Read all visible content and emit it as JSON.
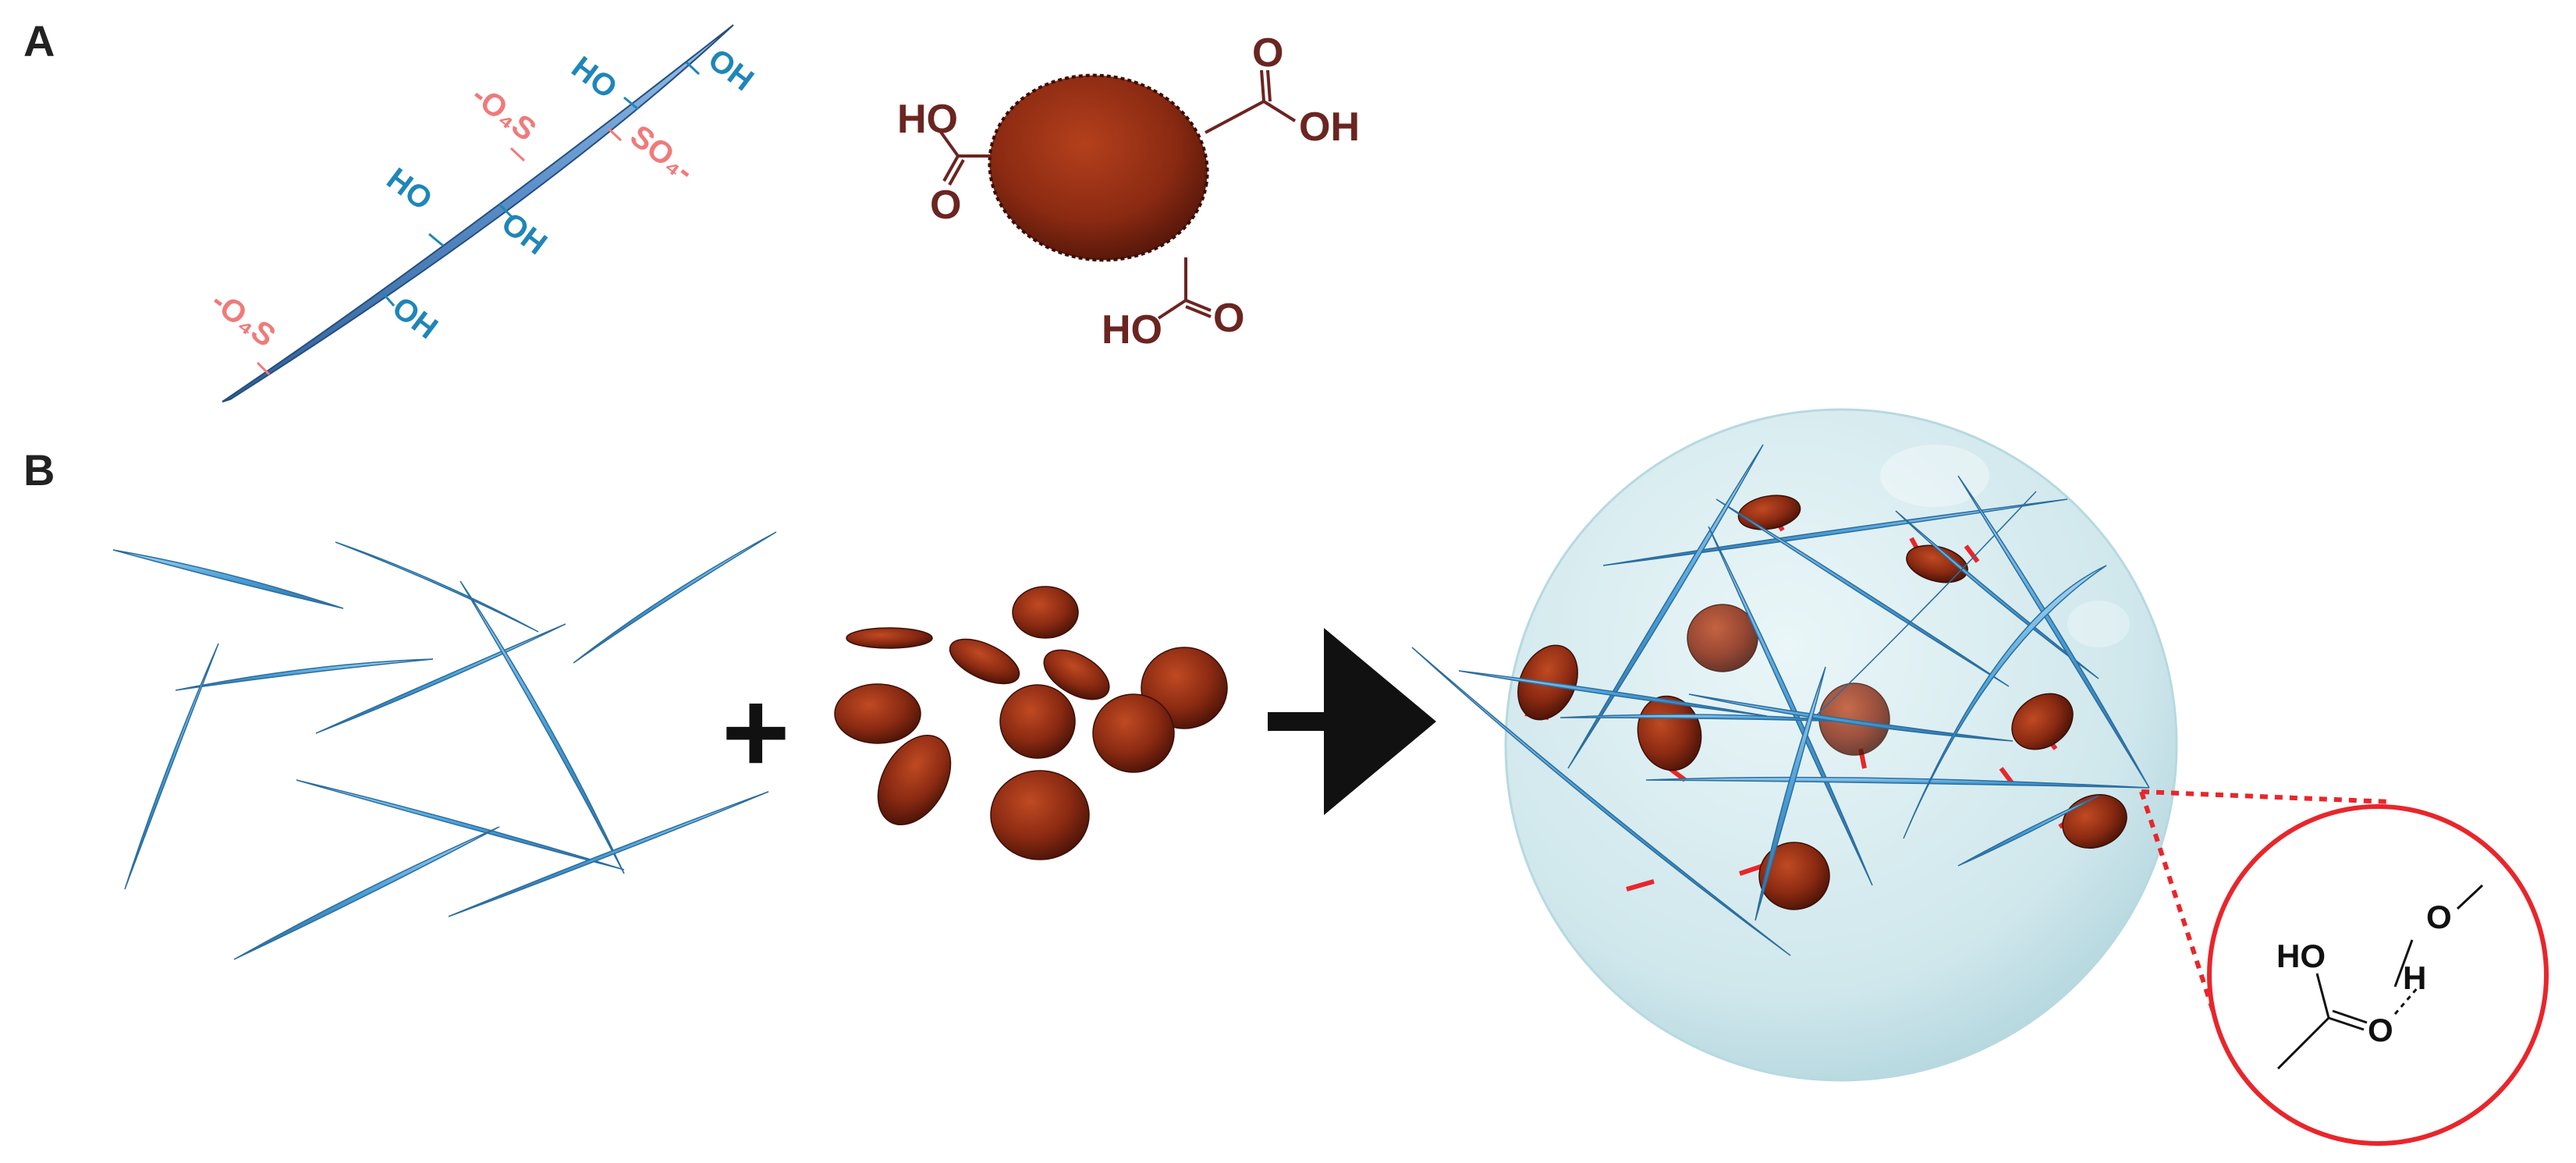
{
  "panel_a": {
    "letter": "A",
    "rod_groups": {
      "hydroxyl_1": "HO",
      "hydroxyl_2": "OH",
      "hydroxyl_3": "HO",
      "hydroxyl_4": "OH",
      "hydroxyl_5": "OH",
      "sulfate_1": "-O₄S",
      "sulfate_2": "SO₄-",
      "sulfate_3": "-O₄S"
    },
    "disc_groups": {
      "left_oh": "HO",
      "left_o": "O",
      "right_o": "O",
      "right_oh": "OH",
      "bottom_oh": "HO",
      "bottom_o": "O"
    },
    "colors": {
      "rod": "#5a8ec8",
      "hydroxyl": "#1f86b8",
      "sulfate": "#f07a7a",
      "disc": "#8a2a12",
      "carboxyl": "#6b2521"
    }
  },
  "panel_b": {
    "letter": "B",
    "plus_sign": "+",
    "zoom_groups": {
      "ho": "HO",
      "o_carbonyl": "O",
      "h": "H",
      "o_hydroxyl": "O"
    },
    "colors": {
      "needle": "#4a9ed6",
      "particle": "#8a2a12",
      "bond": "#e8262b",
      "sphere": "#cfe7ec",
      "zoom_circle": "#e8262b"
    }
  }
}
